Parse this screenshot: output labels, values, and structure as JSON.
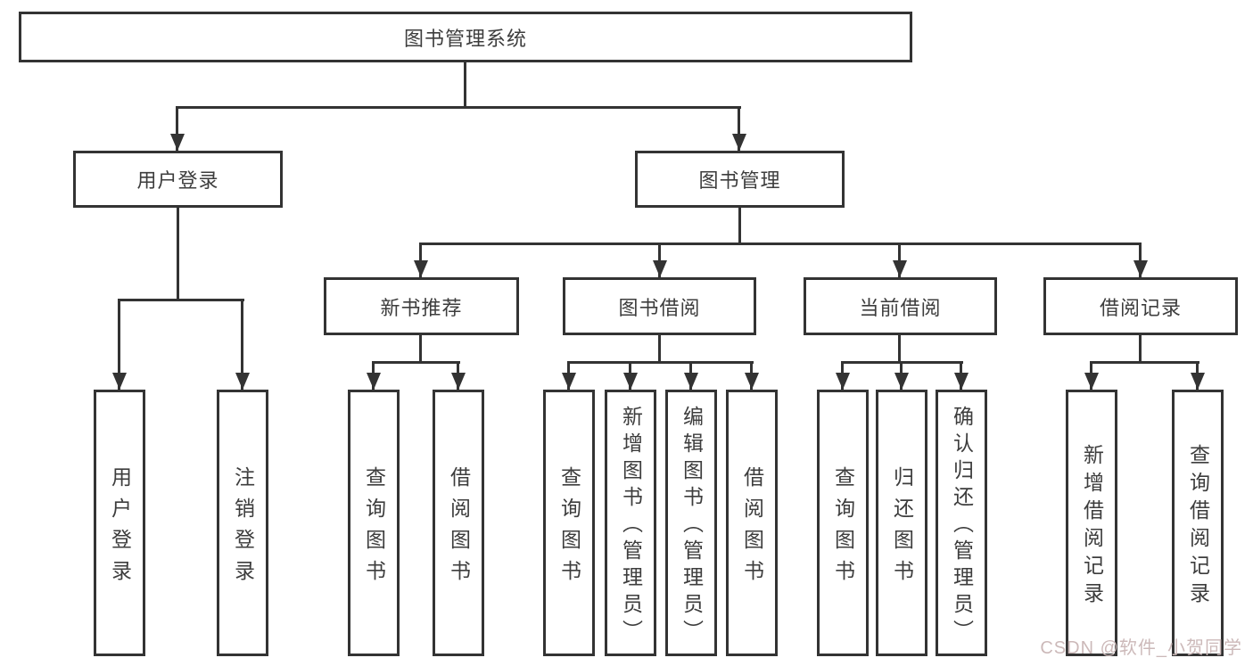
{
  "page": {
    "background": "#ffffff"
  },
  "colors": {
    "line": "#333333",
    "node_border": "#333333",
    "node_fill": "#ffffff",
    "text": "#3d3d3d",
    "watermark": "#ccb9b9"
  },
  "watermark": {
    "text": "CSDN @软件_小贺同学"
  },
  "diagram": {
    "type": "tree",
    "root": {
      "label": "图书管理系统",
      "children": [
        {
          "label": "用户登录",
          "children": [
            {
              "label": "用户登录"
            },
            {
              "label": "注销登录"
            }
          ]
        },
        {
          "label": "图书管理",
          "children": [
            {
              "label": "新书推荐",
              "children": [
                {
                  "label": "查询图书"
                },
                {
                  "label": "借阅图书"
                }
              ]
            },
            {
              "label": "图书借阅",
              "children": [
                {
                  "label": "查询图书"
                },
                {
                  "label": "新增图书（管理员）"
                },
                {
                  "label": "编辑图书（管理员）"
                },
                {
                  "label": "借阅图书"
                }
              ]
            },
            {
              "label": "当前借阅",
              "children": [
                {
                  "label": "查询图书"
                },
                {
                  "label": "归还图书"
                },
                {
                  "label": "确认归还（管理员）"
                }
              ]
            },
            {
              "label": "借阅记录",
              "children": [
                {
                  "label": "新增借阅记录"
                },
                {
                  "label": "查询借阅记录"
                }
              ]
            }
          ]
        }
      ]
    }
  }
}
